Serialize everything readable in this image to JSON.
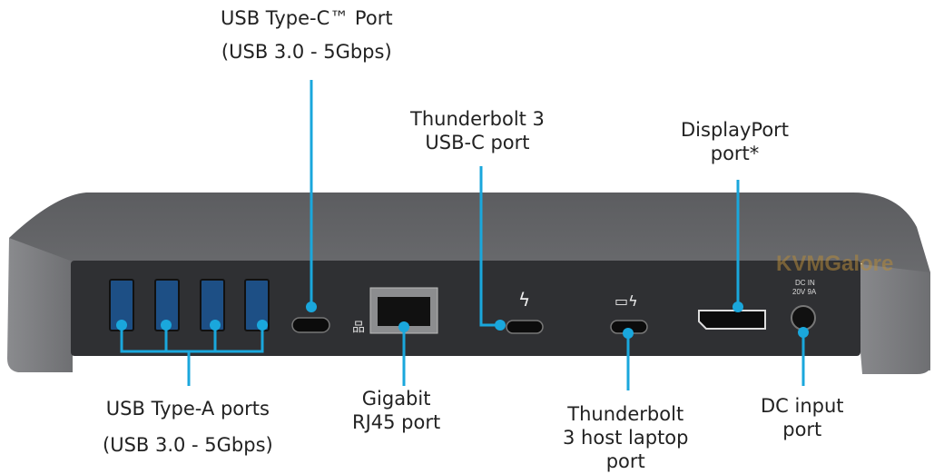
{
  "diagram": {
    "subject": "Thunderbolt 3 docking station rear panel",
    "accent_color": "#1aa7dc",
    "watermark": "KVMGalore",
    "panel_markings": {
      "dc_in_line1": "DC IN",
      "dc_in_line2": "20V 9A"
    },
    "labels": {
      "usbc": {
        "line1": "USB Type-C™ Port",
        "line2": "(USB 3.0 - 5Gbps)"
      },
      "tb3": {
        "line1": "Thunderbolt 3",
        "line2": "USB-C port"
      },
      "dp": {
        "line1": "DisplayPort",
        "line2": "port*"
      },
      "usba": {
        "line1": "USB Type-A ports",
        "line2": "(USB 3.0 - 5Gbps)"
      },
      "rj45": {
        "line1": "Gigabit",
        "line2": "RJ45 port"
      },
      "tb3host": {
        "line1": "Thunderbolt",
        "line2": "3 host laptop",
        "line3": "port"
      },
      "dc": {
        "line1": "DC input",
        "line2": "port"
      }
    }
  }
}
